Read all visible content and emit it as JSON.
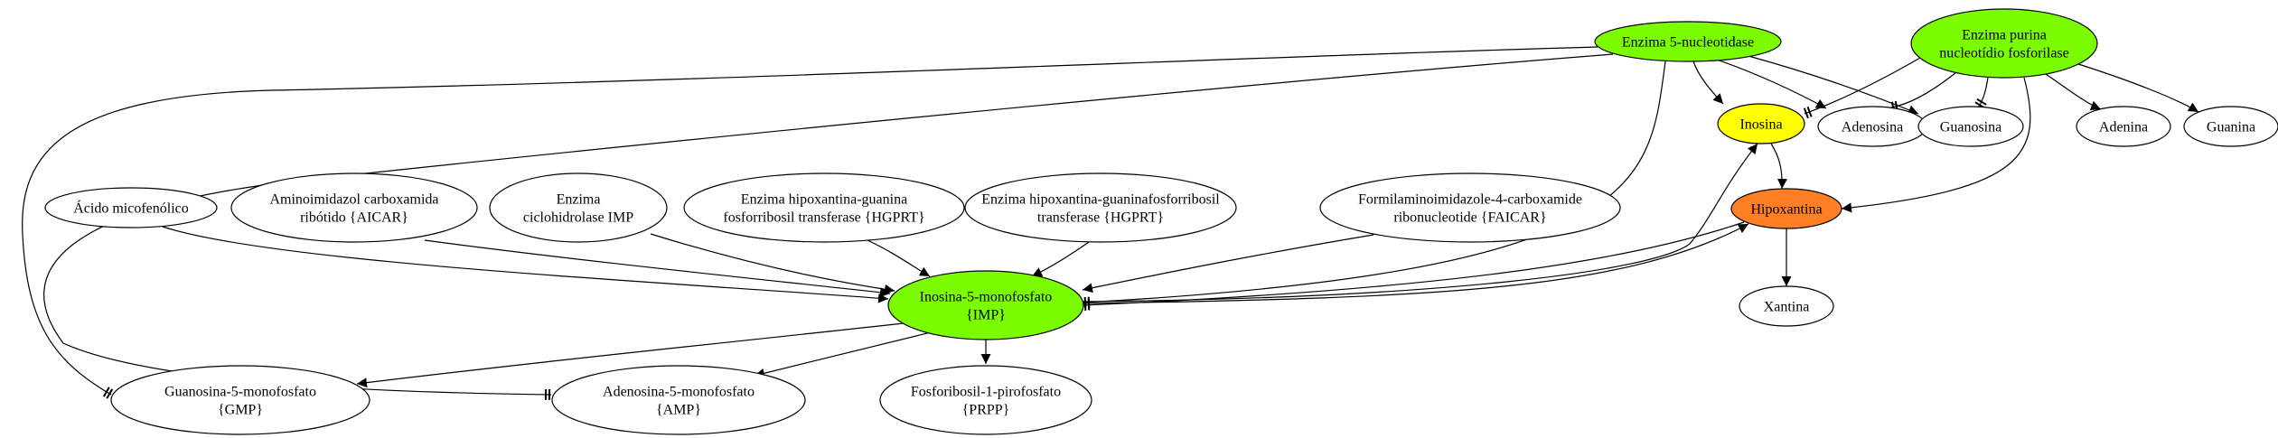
{
  "colors": {
    "background": "#ffffff",
    "default_fill": "#ffffff",
    "green": "#7cfc00",
    "yellow": "#ffff00",
    "orange": "#ff7f24",
    "stroke": "#000000"
  },
  "nodes": [
    {
      "id": "n5nuc",
      "lines": [
        "Enzima 5-nucleotidase"
      ],
      "fill": "green"
    },
    {
      "id": "npnp",
      "lines": [
        "Enzima purina",
        "nucleotídio fosforilase"
      ],
      "fill": "green"
    },
    {
      "id": "ninosina",
      "lines": [
        "Inosina"
      ],
      "fill": "yellow"
    },
    {
      "id": "nadenosina",
      "lines": [
        "Adenosina"
      ],
      "fill": "default"
    },
    {
      "id": "nguanosina",
      "lines": [
        "Guanosina"
      ],
      "fill": "default"
    },
    {
      "id": "nadenina",
      "lines": [
        "Adenina"
      ],
      "fill": "default"
    },
    {
      "id": "nguanina",
      "lines": [
        "Guanina"
      ],
      "fill": "default"
    },
    {
      "id": "nhipox",
      "lines": [
        "Hipoxantina"
      ],
      "fill": "orange"
    },
    {
      "id": "nxantina",
      "lines": [
        "Xantina"
      ],
      "fill": "default"
    },
    {
      "id": "nacido",
      "lines": [
        "Ácido micofenólico"
      ],
      "fill": "default"
    },
    {
      "id": "naicar",
      "lines": [
        "Aminoimidazol carboxamida",
        "ribótido {AICAR}"
      ],
      "fill": "default"
    },
    {
      "id": "ncicloh",
      "lines": [
        "Enzima",
        "ciclohidrolase IMP"
      ],
      "fill": "default"
    },
    {
      "id": "nhgprt1",
      "lines": [
        "Enzima hipoxantina-guanina",
        "fosforribosil transferase {HGPRT}"
      ],
      "fill": "default"
    },
    {
      "id": "nhgprt2",
      "lines": [
        "Enzima hipoxantina-guaninafosforribosil",
        "transferase {HGPRT}"
      ],
      "fill": "default"
    },
    {
      "id": "nfaicar",
      "lines": [
        "Formilaminoimidazole-4-carboxamide",
        "ribonucleotide {FAICAR}"
      ],
      "fill": "default"
    },
    {
      "id": "nimp",
      "lines": [
        "Inosina-5-monofosfato",
        "{IMP}"
      ],
      "fill": "green"
    },
    {
      "id": "ngmp",
      "lines": [
        "Guanosina-5-monofosfato",
        "{GMP}"
      ],
      "fill": "default"
    },
    {
      "id": "namp",
      "lines": [
        "Adenosina-5-monofosfato",
        "{AMP}"
      ],
      "fill": "default"
    },
    {
      "id": "nprpp",
      "lines": [
        "Fosforibosil-1-pirofosfato",
        "{PRPP}"
      ],
      "fill": "default"
    }
  ],
  "edges": [
    {
      "id": "e-5nuc-inosina",
      "from": "Enzima 5-nucleotidase",
      "to": "Inosina",
      "head": "arrow"
    },
    {
      "id": "e-5nuc-adenosina",
      "from": "Enzima 5-nucleotidase",
      "to": "Adenosina",
      "head": "arrow"
    },
    {
      "id": "e-5nuc-guanosina",
      "from": "Enzima 5-nucleotidase",
      "to": "Guanosina",
      "head": "arrow"
    },
    {
      "id": "e-5nuc-imp",
      "from": "Enzima 5-nucleotidase",
      "to": "Inosina-5-monofosfato",
      "head": "tee"
    },
    {
      "id": "e-5nuc-gmp",
      "from": "Enzima 5-nucleotidase",
      "to": "Guanosina-5-monofosfato",
      "head": "tee"
    },
    {
      "id": "e-5nuc-amp",
      "from": "Enzima 5-nucleotidase",
      "to": "Adenosina-5-monofosfato",
      "head": "tee"
    },
    {
      "id": "e-pnp-inosina",
      "from": "Enzima purina nucleotídio fosforilase",
      "to": "Inosina",
      "head": "tee"
    },
    {
      "id": "e-pnp-adenosina",
      "from": "Enzima purina nucleotídio fosforilase",
      "to": "Adenosina",
      "head": "tee"
    },
    {
      "id": "e-pnp-guanosina",
      "from": "Enzima purina nucleotídio fosforilase",
      "to": "Guanosina",
      "head": "tee"
    },
    {
      "id": "e-pnp-adenina",
      "from": "Enzima purina nucleotídio fosforilase",
      "to": "Adenina",
      "head": "arrow"
    },
    {
      "id": "e-pnp-guanina",
      "from": "Enzima purina nucleotídio fosforilase",
      "to": "Guanina",
      "head": "arrow"
    },
    {
      "id": "e-pnp-hipox",
      "from": "Enzima purina nucleotídio fosforilase",
      "to": "Hipoxantina",
      "head": "arrow"
    },
    {
      "id": "e-inosina-hipox",
      "from": "Inosina",
      "to": "Hipoxantina",
      "head": "arrow"
    },
    {
      "id": "e-hipox-xantina",
      "from": "Hipoxantina",
      "to": "Xantina",
      "head": "arrow"
    },
    {
      "id": "e-imp-inosina",
      "from": "Inosina-5-monofosfato",
      "to": "Inosina",
      "head": "arrow"
    },
    {
      "id": "e-imp-hipox",
      "from": "Inosina-5-monofosfato",
      "to": "Hipoxantina",
      "head": "arrow"
    },
    {
      "id": "e-hipox-imp",
      "from": "Hipoxantina",
      "to": "Inosina-5-monofosfato",
      "head": "tee"
    },
    {
      "id": "e-acido-imp",
      "from": "Ácido micofenólico",
      "to": "Inosina-5-monofosfato",
      "head": "arrow"
    },
    {
      "id": "e-aicar-imp",
      "from": "Aminoimidazol carboxamida ribótido {AICAR}",
      "to": "Inosina-5-monofosfato",
      "head": "arrow"
    },
    {
      "id": "e-cicloh-imp",
      "from": "Enzima ciclohidrolase IMP",
      "to": "Inosina-5-monofosfato",
      "head": "arrow"
    },
    {
      "id": "e-hgprt1-imp",
      "from": "Enzima hipoxantina-guanina fosforribosil transferase {HGPRT}",
      "to": "Inosina-5-monofosfato",
      "head": "arrow"
    },
    {
      "id": "e-hgprt2-imp",
      "from": "Enzima hipoxantina-guaninafosforribosil transferase {HGPRT}",
      "to": "Inosina-5-monofosfato",
      "head": "arrow"
    },
    {
      "id": "e-faicar-imp",
      "from": "Formilaminoimidazole-4-carboxamide ribonucleotide {FAICAR}",
      "to": "Inosina-5-monofosfato",
      "head": "arrow"
    },
    {
      "id": "e-imp-gmp",
      "from": "Inosina-5-monofosfato",
      "to": "Guanosina-5-monofosfato",
      "head": "arrow"
    },
    {
      "id": "e-imp-amp",
      "from": "Inosina-5-monofosfato",
      "to": "Adenosina-5-monofosfato",
      "head": "arrow"
    },
    {
      "id": "e-imp-prpp",
      "from": "Inosina-5-monofosfato",
      "to": "Fosforibosil-1-pirofosfato {PRPP}",
      "head": "arrow"
    }
  ]
}
